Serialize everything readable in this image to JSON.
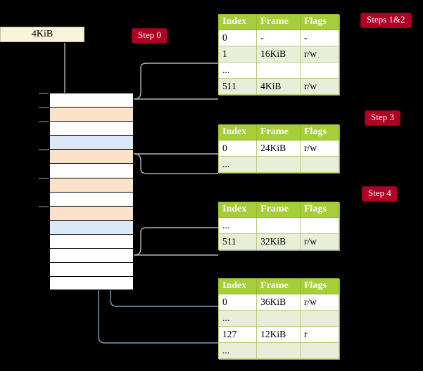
{
  "diagram": {
    "title_hidden": "",
    "cr3_box": {
      "label": "4KiB"
    },
    "badges": {
      "step0": "Step 0",
      "steps12": "Steps 1&2",
      "step3": "Step 3",
      "step4": "Step 4"
    },
    "colors": {
      "header_green": "#a6ce39",
      "row_alt_green": "#e9eed6",
      "highlight_yellow": "#f7f39a",
      "badge_red": "#b00024",
      "cr3_cream": "#fbf3dc",
      "mem_peach": "#fde2ca",
      "mem_blue": "#dbe8f7",
      "wire_gray": "#b3b3b3",
      "wire_blue": "#7b9ec9"
    },
    "memory_column": {
      "name": "physical-memory",
      "rows": [
        {
          "fill": "white"
        },
        {
          "fill": "peach"
        },
        {
          "fill": "white"
        },
        {
          "fill": "blue"
        },
        {
          "fill": "peach"
        },
        {
          "fill": "white"
        },
        {
          "fill": "peach"
        },
        {
          "fill": "white"
        },
        {
          "fill": "peach"
        },
        {
          "fill": "blue"
        },
        {
          "fill": "white"
        },
        {
          "fill": "white"
        },
        {
          "fill": "white"
        },
        {
          "fill": "white"
        }
      ],
      "tick_rows": [
        0,
        1,
        2,
        4,
        6,
        8
      ]
    },
    "tables": [
      {
        "name": "page-table-level-0",
        "headers": [
          "Index",
          "Frame",
          "Flags"
        ],
        "rows": [
          {
            "cells": [
              "0",
              "-",
              "-"
            ],
            "alt": false,
            "highlight": false
          },
          {
            "cells": [
              "1",
              "16KiB",
              "r/w"
            ],
            "alt": true,
            "highlight": false
          },
          {
            "cells": [
              "...",
              "",
              ""
            ],
            "alt": false,
            "highlight": false
          },
          {
            "cells": [
              "511",
              "4KiB",
              "r/w"
            ],
            "alt": true,
            "highlight": true
          }
        ]
      },
      {
        "name": "page-table-level-1",
        "headers": [
          "Index",
          "Frame",
          "Flags"
        ],
        "rows": [
          {
            "cells": [
              "0",
              "24KiB",
              "r/w"
            ],
            "alt": false,
            "highlight": false
          },
          {
            "cells": [
              "...",
              "",
              ""
            ],
            "alt": true,
            "highlight": false
          }
        ]
      },
      {
        "name": "page-table-level-2",
        "headers": [
          "Index",
          "Frame",
          "Flags"
        ],
        "rows": [
          {
            "cells": [
              "...",
              "",
              ""
            ],
            "alt": false,
            "highlight": false
          },
          {
            "cells": [
              "511",
              "32KiB",
              "r/w"
            ],
            "alt": true,
            "highlight": false
          }
        ]
      },
      {
        "name": "page-table-level-3",
        "headers": [
          "Index",
          "Frame",
          "Flags"
        ],
        "rows": [
          {
            "cells": [
              "0",
              "36KiB",
              "r/w"
            ],
            "alt": false,
            "highlight": false
          },
          {
            "cells": [
              "...",
              "",
              ""
            ],
            "alt": true,
            "highlight": false
          },
          {
            "cells": [
              "127",
              "12KiB",
              "r"
            ],
            "alt": false,
            "highlight": false
          },
          {
            "cells": [
              "...",
              "",
              ""
            ],
            "alt": true,
            "highlight": false
          }
        ]
      }
    ]
  }
}
